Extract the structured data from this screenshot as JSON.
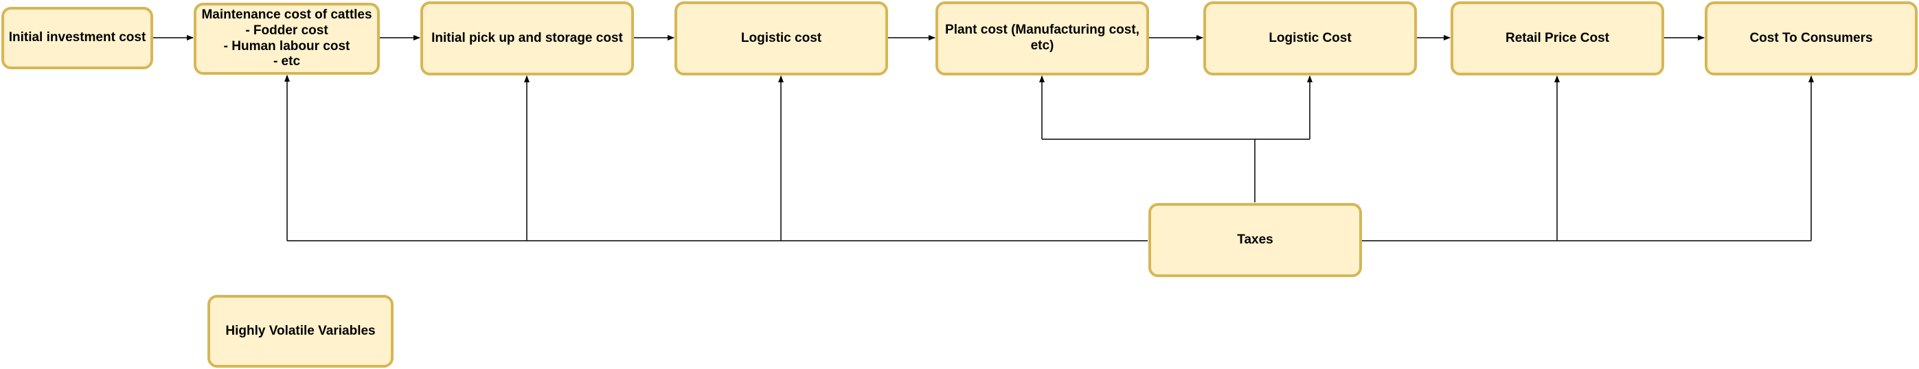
{
  "nodes": {
    "initial_investment": "Initial investment cost",
    "maintenance": "Maintenance cost of cattles\n- Fodder cost\n- Human labour cost\n- etc",
    "pickup_storage": "Initial pick up and storage cost",
    "logistic_1": "Logistic cost",
    "plant": "Plant cost (Manufacturing cost, etc)",
    "logistic_2": "Logistic Cost",
    "retail": "Retail Price Cost",
    "consumers": "Cost To Consumers",
    "taxes": "Taxes",
    "volatile": "Highly Volatile Variables"
  },
  "colors": {
    "node_fill": "#fff2cc",
    "node_stroke": "#d6b656",
    "edge": "#000000"
  }
}
